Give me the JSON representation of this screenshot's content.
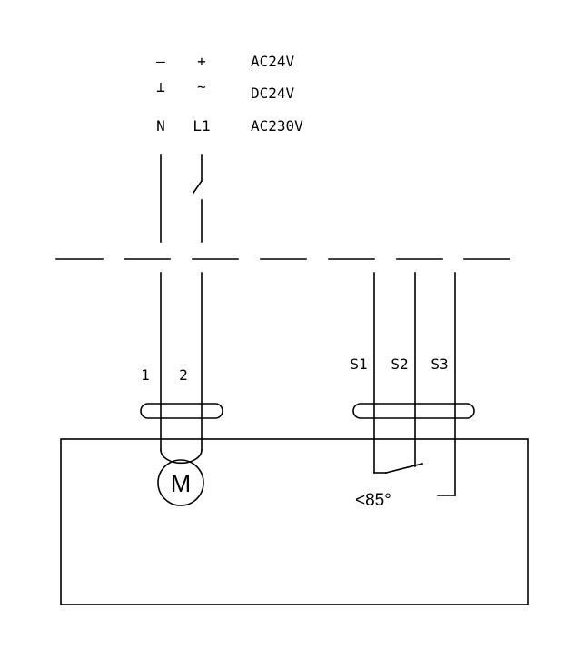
{
  "supply": {
    "col_n": {
      "row1": "–",
      "row2": "⊥",
      "row3": "N"
    },
    "col_l1": {
      "row1": "+",
      "row2": "~",
      "row3": "L1"
    },
    "voltages": [
      "AC24V",
      "DC24V",
      "AC230V"
    ]
  },
  "terminals": {
    "motor": [
      "1",
      "2"
    ],
    "switch": [
      "S1",
      "S2",
      "S3"
    ]
  },
  "motor": {
    "letter": "M"
  },
  "switch": {
    "angle_label": "<85°"
  }
}
